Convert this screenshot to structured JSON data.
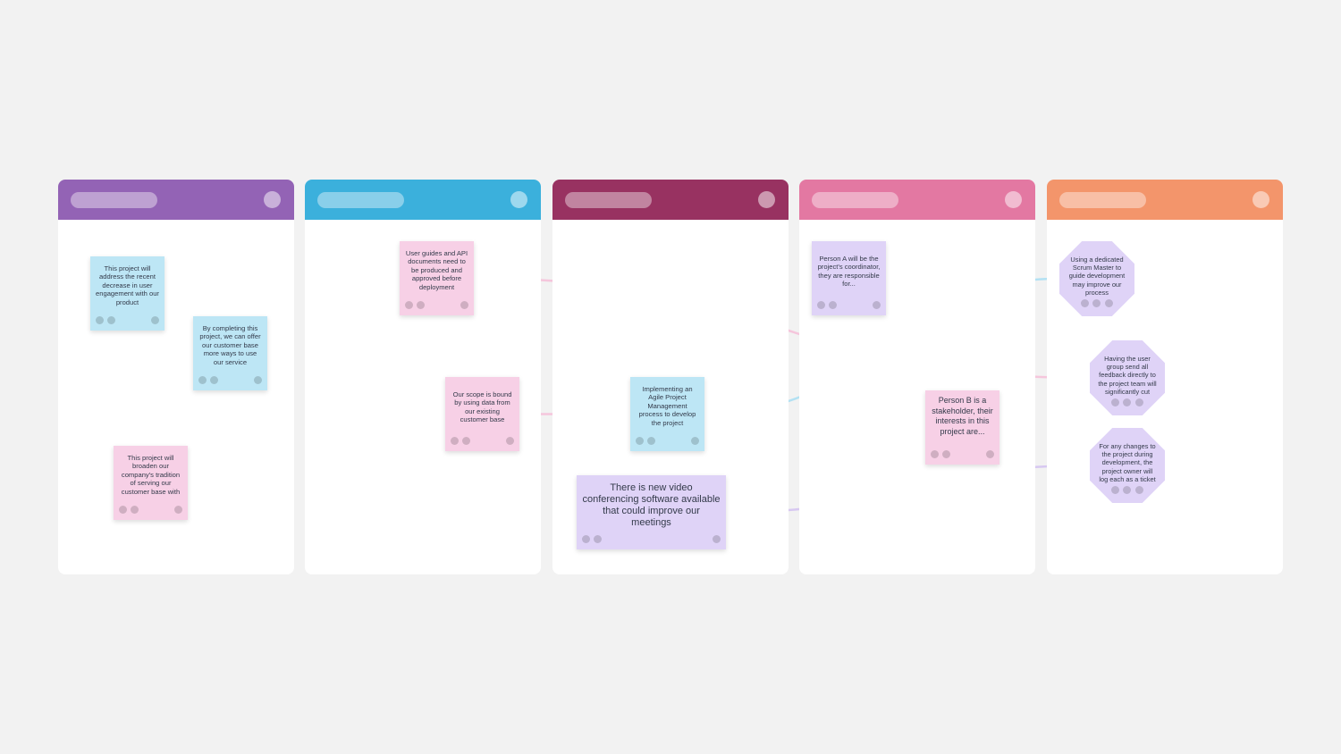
{
  "colors": {
    "background": "#f2f2f2",
    "column_headers": [
      "#9363b5",
      "#3bb0dc",
      "#983261",
      "#e378a2",
      "#f3956b"
    ],
    "note_blue": "#bde6f5",
    "note_pink": "#f7d0e6",
    "note_purple": "#dfd3f7",
    "connector_pink": "#f5c6dc",
    "connector_blue": "#b3e1f3",
    "connector_purple": "#d7c8f1"
  },
  "columns": [
    {
      "id": "col-1",
      "title": ""
    },
    {
      "id": "col-2",
      "title": ""
    },
    {
      "id": "col-3",
      "title": ""
    },
    {
      "id": "col-4",
      "title": ""
    },
    {
      "id": "col-5",
      "title": ""
    }
  ],
  "notes": {
    "n1": "This project will address the recent decrease in user engagement with our product",
    "n2": "By completing this project, we can offer our customer base more ways to use our service",
    "n3": "This project will broaden our company's tradition of serving our customer base with",
    "n4": "User guides and API documents need to be produced and approved before deployment",
    "n5": "Our scope is bound by using data from our existing customer base",
    "n6": "Implementing an Agile Project Management process to develop the project",
    "n7": "There is new video conferencing software available that could improve our meetings",
    "n8": "Person A will be the project's coordinator, they are responsible for...",
    "n9": "Person B is a stakeholder, their interests in this project are...",
    "n10": "Using a dedicated Scrum Master to guide development may improve our process",
    "n11": "Having the user group send all feedback directly to the project team will significantly cut",
    "n12": "For any changes to the project during development, the project owner will log each as a ticket"
  },
  "connectors": [
    {
      "from": "n4",
      "to": "n11",
      "color": "connector_pink"
    },
    {
      "from": "n5",
      "to": "n6",
      "color": "connector_pink"
    },
    {
      "from": "n6",
      "to": "n10",
      "color": "connector_blue"
    },
    {
      "from": "n7",
      "to": "n12",
      "color": "connector_purple"
    }
  ]
}
